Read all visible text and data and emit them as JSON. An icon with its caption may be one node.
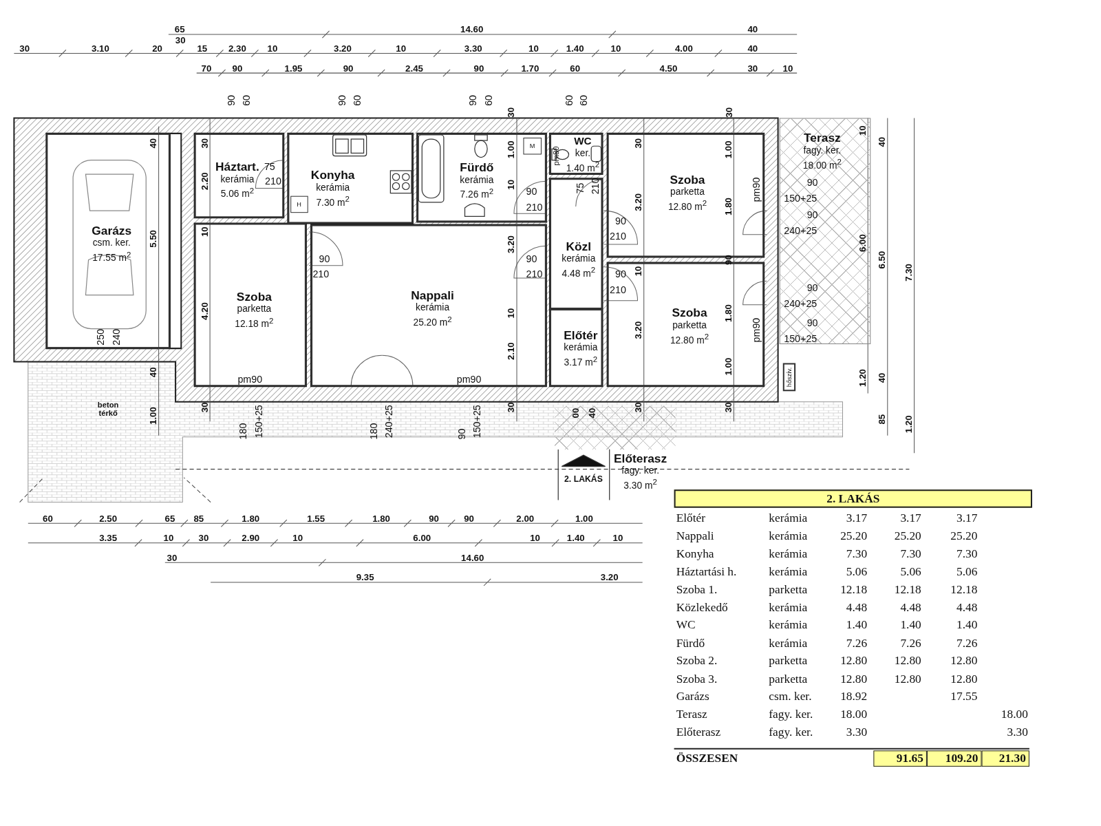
{
  "diagram": {
    "nodes": [
      {
        "text": [
          "Garázs",
          "csm. ker.",
          "17.55 m$^{2}$"
        ]
      },
      {
        "text": [
          "Háztart.",
          "kerámia",
          "5.06 m$^{2}$"
        ]
      },
      {
        "text": [
          "Konyha",
          "kerámia",
          "7.30 m$^{2}$"
        ]
      },
      {
        "text": [
          "Fürdő",
          "kerámia",
          "7.26 m$^{2}$"
        ]
      },
      {
        "text": [
          "WC",
          "ker.",
          "1.40 m$^{2}$"
        ]
      },
      {
        "text": [
          "Szoba",
          "parketta",
          "12.80 m$^{2}$"
        ]
      },
      {
        "text": [
          "Terasz",
          "fagy. ker.",
          "18.00 m$^{2}$"
        ]
      },
      {
        "text": [
          "Közl",
          "kerámia",
          "4.48 m$^{2}$"
        ]
      },
      {
        "text": [
          "Szoba",
          "parketta",
          "12.18 m$^{2}$"
        ]
      },
      {
        "text": [
          "Nappali",
          "kerámia",
          "25.20 m$^{2}$"
        ]
      },
      {
        "text": [
          "Szoba",
          "parketta",
          "12.80 m$^{2}$"
        ]
      },
      {
        "text": [
          "Előtér",
          "kerámia",
          "3.17 m$^{2}$"
        ]
      },
      {
        "text": [
          "Előterasz",
          "fagy. ker.",
          "3.30 m$^{2}$"
        ]
      }
    ],
    "labels": [
      "65",
      "14.60",
      "40",
      "30",
      "30",
      "3.10",
      "20",
      "15",
      "2.30",
      "10",
      "3.20",
      "10",
      "3.30",
      "10",
      "1.40",
      "10",
      "4.00",
      "40",
      "70",
      "90",
      "1.95",
      "90",
      "2.45",
      "90",
      "1.70",
      "60",
      "4.50",
      "30",
      "10",
      "90",
      "60",
      "90",
      "60",
      "90",
      "60",
      "60",
      "60",
      "30",
      "30",
      "10",
      "40",
      "30",
      "1.00",
      "M",
      "pm80",
      "30",
      "1.00",
      "40",
      "75",
      "2.20",
      "210",
      "10",
      "75",
      "210",
      "pm90",
      "90",
      "90",
      "150+25",
      "3.20",
      "H",
      "1.80",
      "210",
      "90",
      "240+25",
      "90",
      "10",
      "210",
      "5.50",
      "3.20",
      "6.00",
      "90",
      "90",
      "90",
      "6.50",
      "10",
      "7.30",
      "210",
      "210",
      "90",
      "210",
      "90",
      "240+25",
      "4.20",
      "10",
      "1.80",
      "90",
      "3.20",
      "pm90",
      "250",
      "240",
      "150+25",
      "2.10",
      "1.00",
      "40",
      "pm90",
      "pm90",
      "hőszív.",
      "1.20",
      "40",
      "30",
      "30",
      "30",
      "30",
      "beton térkő",
      "00",
      "40",
      "1.00",
      "180",
      "150+25",
      "180",
      "240+25",
      "90",
      "150+25",
      "85",
      "1.20",
      "2. LAKÁS",
      "60",
      "2.50",
      "65",
      "85",
      "1.80",
      "1.55",
      "1.80",
      "90",
      "90",
      "2.00",
      "1.00",
      "3.35",
      "10",
      "30",
      "2.90",
      "10",
      "6.00",
      "10",
      "1.40",
      "10",
      "30",
      "14.60",
      "9.35",
      "3.20",
      "2. LAKÁS",
      "Előtér",
      "kerámia",
      "3.17",
      "3.17",
      "3.17",
      "Nappali",
      "kerámia",
      "25.20",
      "25.20",
      "25.20",
      "Konyha",
      "kerámia",
      "7.30",
      "7.30",
      "7.30",
      "Háztartási h.",
      "kerámia",
      "5.06",
      "5.06",
      "5.06",
      "Szoba 1.",
      "parketta",
      "12.18",
      "12.18",
      "12.18",
      "Közlekedő",
      "kerámia",
      "4.48",
      "4.48",
      "4.48",
      "WC",
      "kerámia",
      "1.40",
      "1.40",
      "1.40",
      "Fürdő",
      "kerámia",
      "7.26",
      "7.26",
      "7.26",
      "Szoba 2.",
      "parketta",
      "12.80",
      "12.80",
      "12.80",
      "Szoba 3.",
      "parketta",
      "12.80",
      "12.80",
      "12.80",
      "Garázs",
      "csm. ker.",
      "18.92",
      "17.55",
      "Terasz",
      "fagy. ker.",
      "18.00",
      "18.00",
      "Előterasz",
      "fagy. ker.",
      "3.30",
      "3.30",
      "ÖSSZESEN",
      "91.65",
      "109.20",
      "21.30"
    ]
  }
}
